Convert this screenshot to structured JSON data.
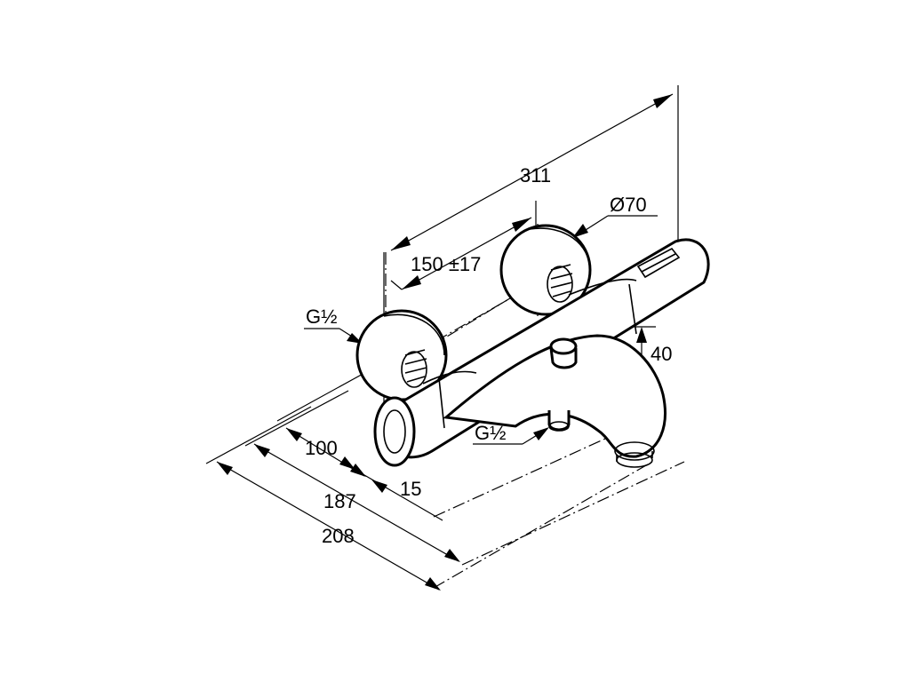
{
  "dimensions": {
    "overall_width": "311",
    "flange_diameter": "Ø70",
    "centre_distance": "150 ±17",
    "spout_height": "40",
    "inlet_thread": "G½",
    "outlet_thread": "G½",
    "depth_100": "100",
    "offset_15": "15",
    "depth_187": "187",
    "depth_208": "208"
  }
}
